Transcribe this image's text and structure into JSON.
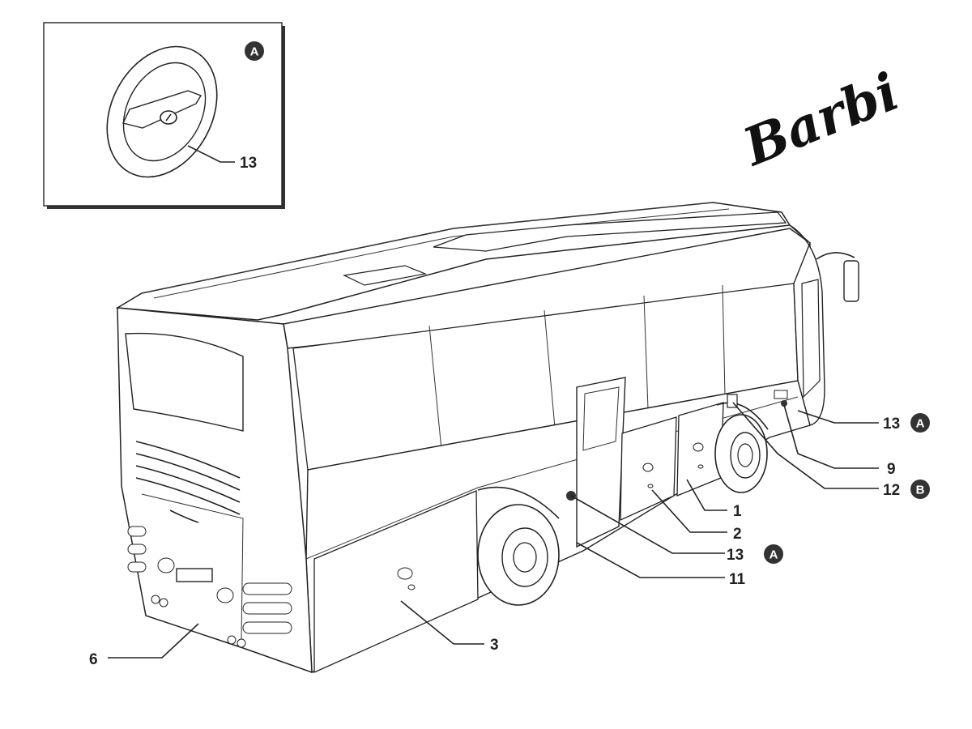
{
  "brand": {
    "text": "Barbi"
  },
  "inset": {
    "badge": "A",
    "label": "13"
  },
  "callouts": {
    "c1": {
      "label": "13",
      "badge": "A"
    },
    "c2": {
      "label": "9"
    },
    "c3": {
      "label": "12",
      "badge": "B"
    },
    "c4": {
      "label": "1"
    },
    "c5": {
      "label": "2"
    },
    "c6": {
      "label": "13",
      "badge": "A"
    },
    "c7": {
      "label": "11"
    },
    "c8": {
      "label": "3"
    },
    "c9": {
      "label": "6"
    }
  },
  "colors": {
    "line": "#222222",
    "badge": "#333333",
    "paper": "#ffffff"
  }
}
